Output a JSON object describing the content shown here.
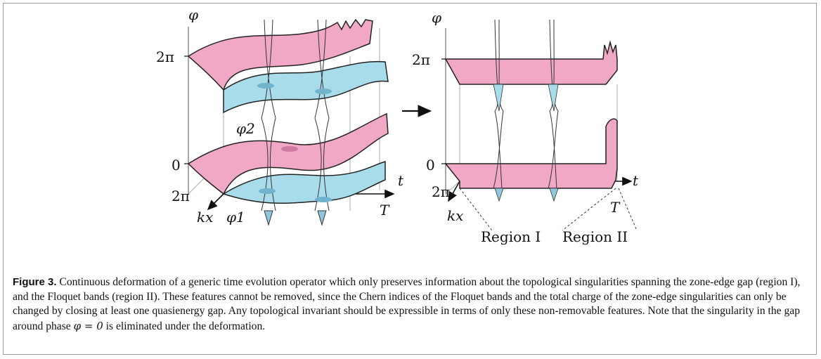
{
  "left_panel": {
    "phi_axis": "φ",
    "tick_2pi": "2π",
    "tick_0": "0",
    "tick_2pi_bottom": "2π",
    "t_axis": "t",
    "T_label": "T",
    "kx_label": "kx",
    "phi1_label": "φ1",
    "phi2_label": "φ2"
  },
  "right_panel": {
    "phi_axis": "φ",
    "tick_2pi": "2π",
    "tick_0": "0",
    "tick_2pi_bottom": "2π",
    "t_axis": "t",
    "T_label": "T",
    "kx_label": "kx",
    "region1": "Region I",
    "region2": "Region II"
  },
  "colors": {
    "pink": "#f1a8c6",
    "blue": "#a9dcea",
    "stroke": "#222222"
  },
  "caption": {
    "label": "Figure 3.",
    "text_before": " Continuous deformation of a generic time evolution operator which only preserves information about the topological singularities spanning the zone-edge gap (region I), and the Floquet bands (region II). These features cannot be removed, since the Chern indices of the Floquet bands and the total charge of the zone-edge singularities can only be changed by closing at least one quasienergy gap. Any topological invariant should be expressible in terms of only these non-removable features. Note that the singularity in the gap around phase ",
    "math": "φ = 0",
    "text_after": " is eliminated under the deformation."
  }
}
